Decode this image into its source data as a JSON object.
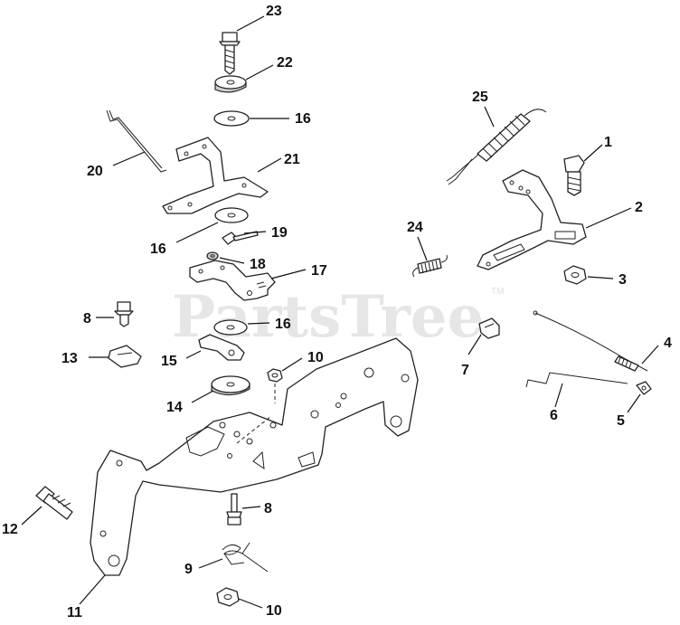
{
  "watermark": {
    "text": "PartsTree",
    "tm": "TM"
  },
  "callouts": {
    "c23": "23",
    "c22": "22",
    "c16a": "16",
    "c21": "21",
    "c20": "20",
    "c16b": "16",
    "c19": "19",
    "c18": "18",
    "c17": "17",
    "c8a": "8",
    "c16c": "16",
    "c13": "13",
    "c15": "15",
    "c10a": "10",
    "c14": "14",
    "c25": "25",
    "c1": "1",
    "c2": "2",
    "c24": "24",
    "c3": "3",
    "c4": "4",
    "c7": "7",
    "c6": "6",
    "c5": "5",
    "c12": "12",
    "c8b": "8",
    "c9": "9",
    "c11": "11",
    "c10b": "10"
  }
}
